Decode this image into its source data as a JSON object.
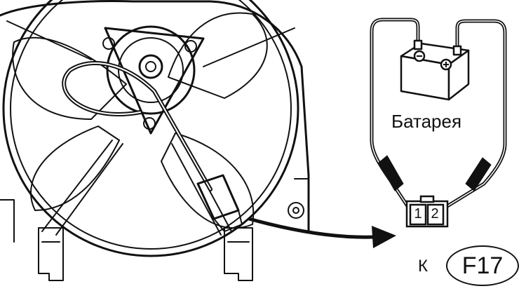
{
  "battery": {
    "label": "Батарея"
  },
  "connector": {
    "pin1": "1",
    "pin2": "2"
  },
  "reference": {
    "prefix": "К",
    "code": "F17"
  },
  "colors": {
    "ink": "#111111",
    "paper": "#ffffff"
  },
  "icons": [
    "cooling-fan-drawing",
    "battery-icon",
    "arrow-icon",
    "connector-icon"
  ]
}
